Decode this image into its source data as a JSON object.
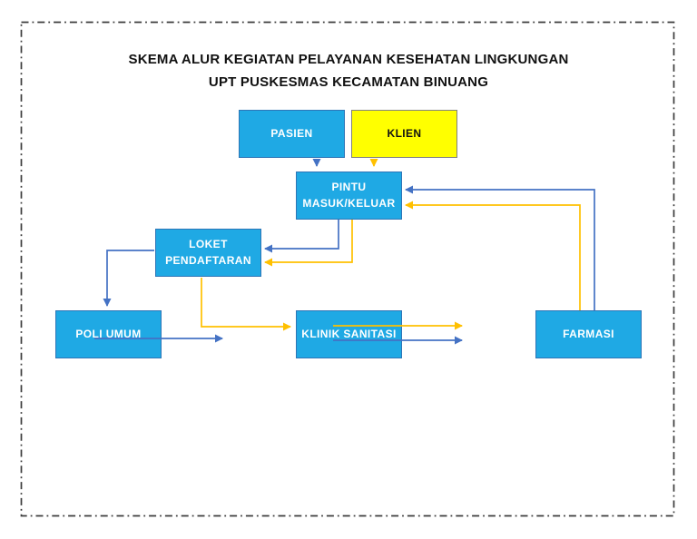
{
  "title": {
    "line1": "SKEMA ALUR KEGIATAN PELAYANAN KESEHATAN LINGKUNGAN",
    "line2": "UPT PUSKESMAS KECAMATAN BINUANG"
  },
  "nodes": {
    "pasien": {
      "label": "PASIEN"
    },
    "klien": {
      "label": "KLIEN"
    },
    "pintu": {
      "line1": "PINTU",
      "line2": "MASUK/KELUAR"
    },
    "loket": {
      "line1": "LOKET",
      "line2": "PENDAFTARAN"
    },
    "poli": {
      "label": "POLI UMUM"
    },
    "klinik": {
      "label": "KLINIK SANITASI"
    },
    "farmasi": {
      "label": "FARMASI"
    }
  },
  "connections": [
    {
      "from": "PASIEN",
      "to": "PINTU MASUK/KELUAR",
      "color": "blue",
      "direction": "down"
    },
    {
      "from": "KLIEN",
      "to": "PINTU MASUK/KELUAR",
      "color": "yellow",
      "direction": "down"
    },
    {
      "from": "PINTU MASUK/KELUAR",
      "to": "LOKET PENDAFTARAN",
      "color": "blue",
      "direction": "down-then-left"
    },
    {
      "from": "PINTU MASUK/KELUAR",
      "to": "LOKET PENDAFTARAN",
      "color": "yellow",
      "direction": "down-then-left"
    },
    {
      "from": "LOKET PENDAFTARAN",
      "to": "POLI UMUM",
      "color": "blue",
      "direction": "left-then-down"
    },
    {
      "from": "LOKET PENDAFTARAN",
      "to": "KLINIK SANITASI",
      "color": "yellow",
      "direction": "down-then-right"
    },
    {
      "from": "POLI UMUM",
      "to": "exit-right",
      "color": "blue",
      "direction": "right"
    },
    {
      "from": "KLINIK SANITASI",
      "to": "exit-right",
      "color": "yellow",
      "direction": "right"
    },
    {
      "from": "KLINIK SANITASI",
      "to": "exit-right",
      "color": "blue",
      "direction": "right"
    },
    {
      "from": "FARMASI",
      "to": "PINTU MASUK/KELUAR",
      "color": "blue",
      "direction": "up-then-left"
    },
    {
      "from": "FARMASI",
      "to": "PINTU MASUK/KELUAR",
      "color": "yellow",
      "direction": "up-then-left"
    }
  ],
  "colors": {
    "box_blue": "#1FA9E4",
    "box_blue_border": "#2E75B6",
    "box_yellow": "#FFFF00",
    "box_yellow_border": "#808080",
    "arrow_blue": "#4472C4",
    "arrow_yellow": "#FFC000",
    "page_border": "#3D3D3D",
    "title_text": "#111111",
    "box_text_light": "#FFFFFF",
    "box_text_dark": "#111111"
  }
}
